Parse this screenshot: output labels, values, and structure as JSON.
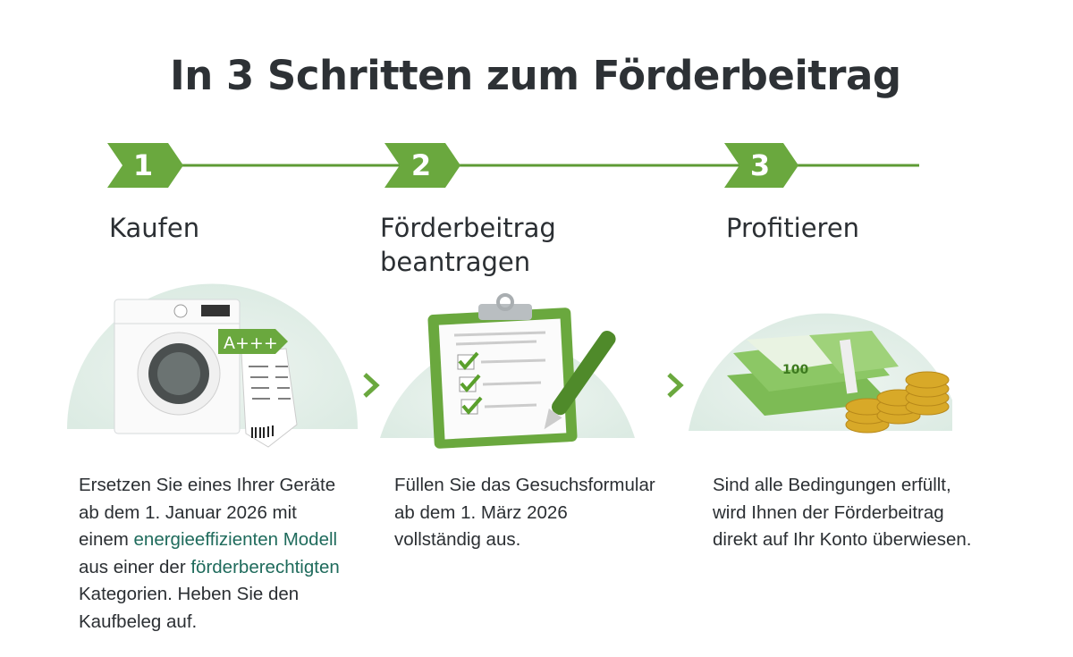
{
  "title": "In 3 Schritten zum Förderbeitrag",
  "colors": {
    "accent": "#6aa83e",
    "link": "#1f6b5c",
    "text": "#2b2f33"
  },
  "steps": [
    {
      "number": "1",
      "heading": "Kaufen",
      "energy_label": "A+++",
      "description": {
        "line1": "Ersetzen Sie eines Ihrer Geräte",
        "line2": "ab dem 1. Januar 2026 mit",
        "line3_pre": "einem ",
        "link1": "energieeffizienten Modell",
        "line4_pre": "aus einer der ",
        "link2": "förderberechtigten",
        "line5": "Kategorien. Heben Sie den",
        "line6": "Kaufbeleg auf."
      }
    },
    {
      "number": "2",
      "heading_line1": "Förderbeitrag",
      "heading_line2": "beantragen",
      "description": {
        "line1": "Füllen Sie das Gesuchsformular",
        "line2": "ab dem 1. März 2026",
        "line3": "vollständig aus."
      }
    },
    {
      "number": "3",
      "heading": "Profitieren",
      "banknote_value": "100",
      "description": {
        "line1": "Sind alle Bedingungen erfüllt,",
        "line2": "wird Ihnen der Förderbeitrag",
        "line3": "direkt auf Ihr Konto überwiesen."
      }
    }
  ]
}
